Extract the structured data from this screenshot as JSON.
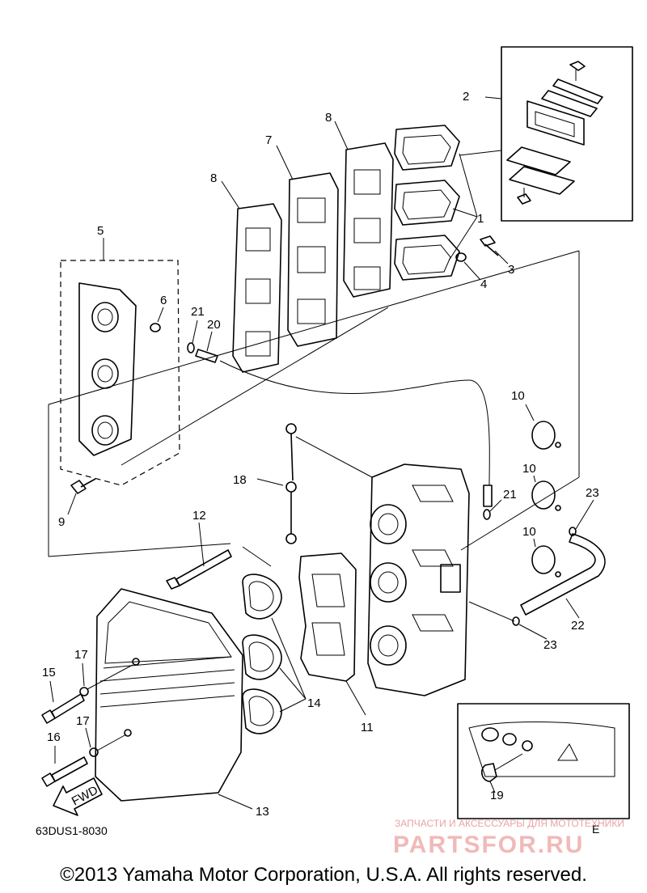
{
  "callouts": {
    "c1": "1",
    "c2": "2",
    "c3": "3",
    "c4": "4",
    "c5": "5",
    "c6": "6",
    "c7": "7",
    "c8a": "8",
    "c8b": "8",
    "c9": "9",
    "c10a": "10",
    "c10b": "10",
    "c10c": "10",
    "c11": "11",
    "c12": "12",
    "c13": "13",
    "c14": "14",
    "c15": "15",
    "c16": "16",
    "c17a": "17",
    "c17b": "17",
    "c18": "18",
    "c19": "19",
    "c20": "20",
    "c21a": "21",
    "c21b": "21",
    "c22": "22",
    "c23a": "23",
    "c23b": "23"
  },
  "fwd_label": "FWD",
  "drawing_code": "63DUS1-8030",
  "inset_mark": "E",
  "watermark": {
    "tagline": "ЗАПЧАСТИ И АКСЕССУАРЫ ДЛЯ МОТОТЕХНИКИ",
    "brand": "PARTSFOR.RU"
  },
  "copyright": "©2013 Yamaha Motor Corporation, U.S.A. All rights reserved."
}
